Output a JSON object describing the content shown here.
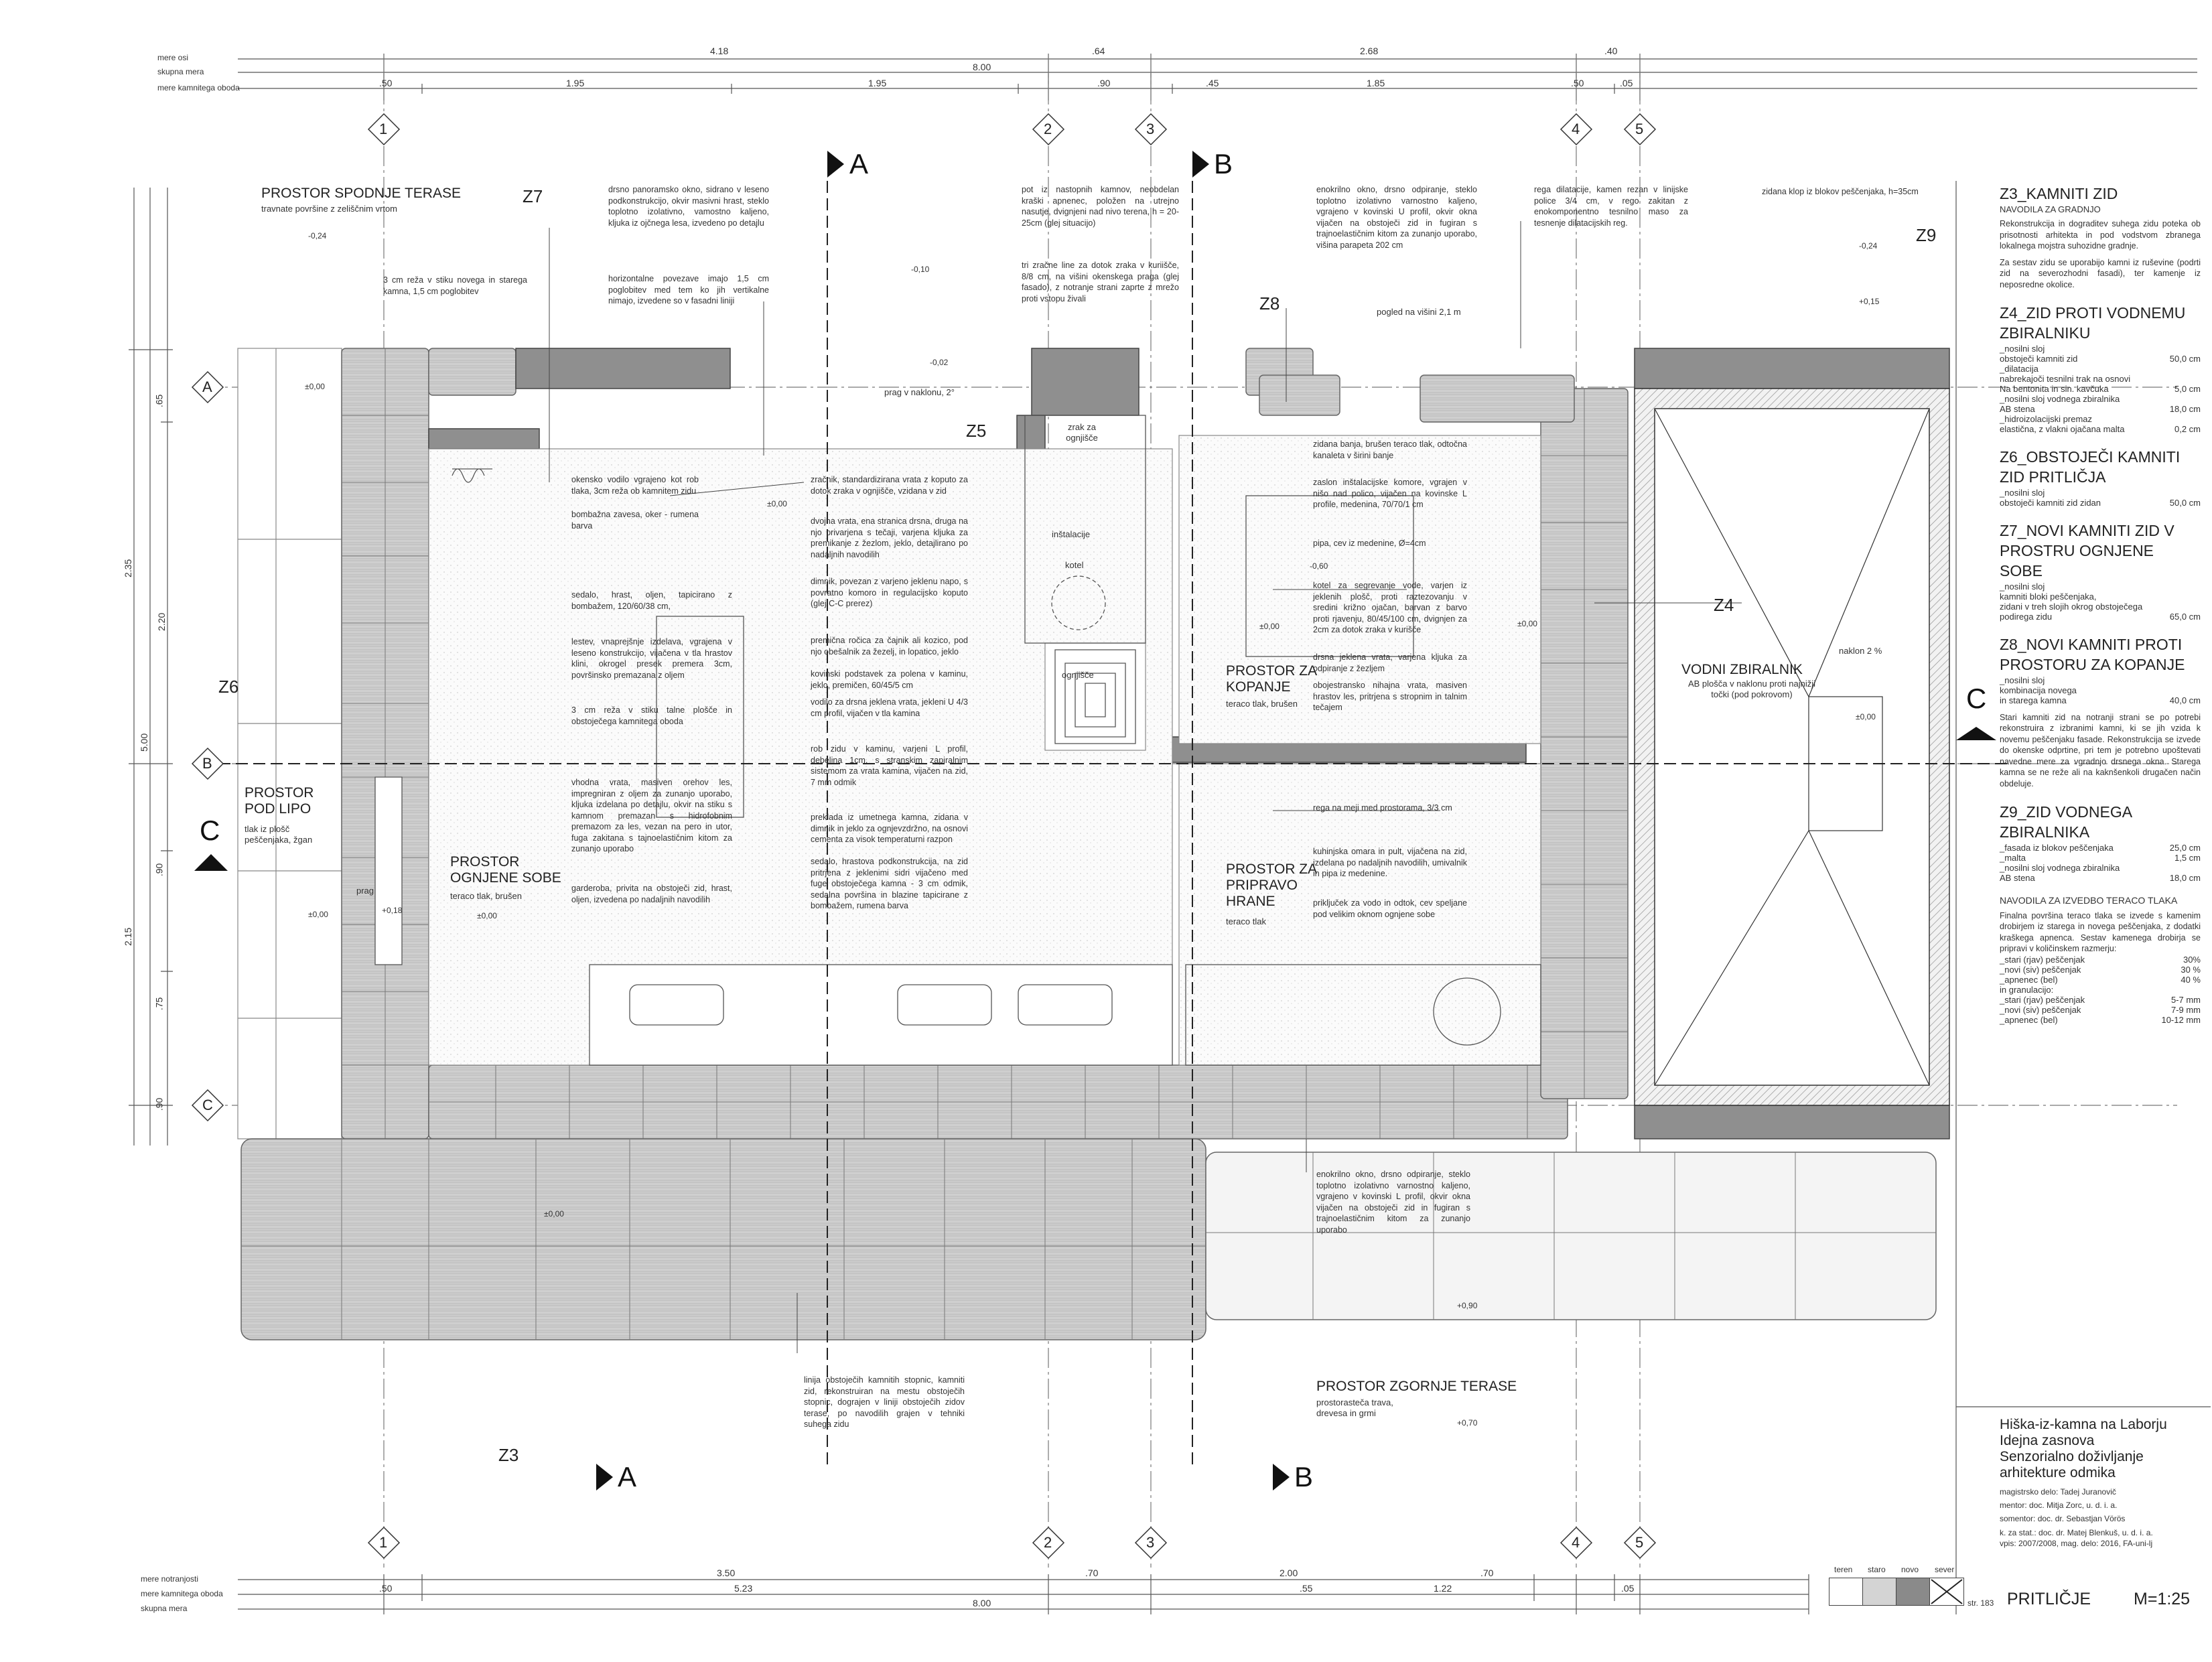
{
  "dimension_rows": {
    "top_labels": [
      "mere osi",
      "skupna mera",
      "mere kamnitega oboda"
    ],
    "top_axis_values": [
      "4.18",
      ".64",
      "2.68",
      ".40"
    ],
    "top_total": "8.00",
    "top_stone_values": [
      ".50",
      "1.95",
      "1.95",
      ".90",
      ".45",
      "1.85",
      ".50",
      ".05"
    ],
    "bottom_labels": [
      "mere notranjosti",
      "mere kamnitega oboda",
      "skupna mera"
    ],
    "bottom_inner_values": [
      "3.50",
      ".70",
      "2.00",
      ".70"
    ],
    "bottom_stone_values": [
      ".50",
      "5.23",
      ".55",
      "1.22",
      ".05"
    ],
    "bottom_total": "8.00",
    "left_values": [
      "2.35",
      "5.00",
      "2.15",
      ".65",
      "2.20",
      ".90",
      ".75",
      ".90"
    ]
  },
  "grid_axes": {
    "columns": [
      "1",
      "2",
      "3",
      "4",
      "5"
    ],
    "rows": [
      "A",
      "B",
      "C"
    ]
  },
  "section_marks": [
    "A",
    "B",
    "C"
  ],
  "wall_tags": [
    "Z7",
    "Z8",
    "Z5",
    "Z6",
    "Z4",
    "Z3",
    "Z9"
  ],
  "rooms": {
    "lower_terrace": {
      "name": "PROSTOR SPODNJE TERASE",
      "sub": "travnate površine z zeliščnim vrtom"
    },
    "under_linden": {
      "name": "PROSTOR POD LIPO",
      "sub": "tlak iz plošč peščenjaka, žgan"
    },
    "fire_room": {
      "name": "PROSTOR OGNJENE SOBE",
      "sub": "teraco tlak, brušen"
    },
    "bathing": {
      "name": "PROSTOR ZA KOPANJE",
      "sub": "teraco tlak, brušen"
    },
    "food_prep": {
      "name": "PROSTOR ZA PRIPRAVO HRANE",
      "sub": "teraco tlak"
    },
    "water_tank": {
      "name": "VODNI ZBIRALNIK",
      "sub": "AB plošča v naklonu proti najnižji točki (pod pokrovom)"
    },
    "upper_terrace": {
      "name": "PROSTOR ZGORNJE TERASE",
      "sub": "prostorasteča trava, drevesa in grmi"
    }
  },
  "small_labels": {
    "air": "zrak za ognjišče",
    "install": "inštalacije",
    "boiler": "kotel",
    "hearth": "ognjišče",
    "threshold": "prag",
    "slope_threshold": "prag v naklonu, 2°",
    "view_height": "pogled na višini 2,1 m",
    "slope": "naklon 2 %"
  },
  "levels": [
    "-0,24",
    "-0,10",
    "-0,02",
    "-0,24",
    "±0,00",
    "+0,15",
    "±0,00",
    "±0,00",
    "-0,60",
    "±0,00",
    "±0,00",
    "+0,18",
    "±0,00",
    "±0,00",
    "±0,00",
    "+0,90",
    "+0,70"
  ],
  "notes": {
    "n1": "3 cm reža v stiku novega in starega kamna, 1,5 cm poglobitev",
    "n2": "drsno panoramsko okno, sidrano v leseno podkonstrukcijo, okvir masivni hrast, steklo toplotno izolativno, vamostno kaljeno, kljuka iz ojčnega lesa, izvedeno po detajlu",
    "n3": "horizontalne povezave imajo 1,5 cm poglobitev med tem ko jih vertikalne nimajo, izvedene so v fasadni liniji",
    "n4": "pot iz nastopnih kamnov, neobdelan kraški apnenec, položen na utrejno nasutje, dvignjeni nad nivo terena, h = 20-25cm (glej situacijo)",
    "n5": "tri zračne line za dotok zraka v kuriišče, 8/8 cm, na višini okenskega praga (glej fasado), z notranje strani zaprte z mrežo proti vstopu živali",
    "n6": "enokrilno okno, drsno odpiranje, steklo toplotno izolativno varnostno kaljeno, vgrajeno v kovinski U profil, okvir okna vijačen na obstoječi zid in fugiran s trajnoelastičnim kitom za zunanjo uporabo, višina parapeta 202 cm",
    "n7": "rega dilatacije, kamen rezan v linijske police 3/4 cm, v rego zakitan z enokomponentno tesnilno maso za tesnenje dilatacijskih reg.",
    "n8": "zidana klop iz blokov peščenjaka, h=35cm",
    "n9": "okensko vodilo vgrajeno kot rob tlaka, 3cm reža ob kamnitem zidu",
    "n10": "bombažna zavesa, oker - rumena barva",
    "n11": "sedalo, hrast, oljen, tapicirano z bombažem, 120/60/38 cm,",
    "n12": "lestev, vnaprejšnje izdelava, vgrajena v leseno konstrukcijo, vijačena v tla hrastov klini, okrogel presek premera 3cm, površinsko premazana z oljem",
    "n13": "3 cm reža v stiku talne plošče in obstoječega kamnitega oboda",
    "n14": "vhodna vrata, masiven orehov les, impregniran z oljem za zunanjo uporabo, kljuka izdelana po detajlu, okvir na stiku s kamnom premazan s hidrofobnim premazom za les, vezan na pero in utor, fuga zakitana s tajnoelastičnim kitom za zunanjo uporabo",
    "n15": "garderoba, privita na obstoječi zid, hrast, oljen, izvedena po nadaljnih navodilih",
    "n16": "zračnik, standardizirana vrata z koputo za dotok zraka v ognjišče, vzidana v zid",
    "n17": "dvojna vrata, ena stranica drsna, druga na njo privarjena s tečaji, varjena kljuka za premikanje z žezlom, jeklo, detajlirano po nadaljnih navodilih",
    "n18": "dimnik, povezan z varjeno jeklenu napo, s povratno komoro in regulacijsko koputo (glej C-C prerez)",
    "n19": "premična ročica za čajnik ali kozico, pod njo obešalnik za žezelj, in lopatico, jeklo",
    "n20": "kovinski podstavek za polena v kaminu, jeklo, premičen, 60/45/5 cm",
    "n21": "vodilo za drsna jeklena vrata, jekleni U 4/3 cm profil, vijačen v tla kamina",
    "n22": "rob zidu v kaminu, varjeni L profil, debelina 1cm, s stranskim zapiralnim sistemom za vrata kamina, vijačen na zid, 7 mm odmik",
    "n23": "preklada iz umetnega kamna, zidana v dimnik in jeklo za ognjevzdržno, na osnovi cementa za visok temperaturni razpon",
    "n24": "sedalo, hrastova podkonstrukcija, na zid pritrjena z jeklenimi sidri vijačeno med fuge obstoječega kamna - 3 cm odmik, sedalna površina in blazine tapicirane z bombažem, rumena barva",
    "n25": "zidana banja, brušen teraco tlak, odtočna kanaleta v širini banje",
    "n26": "zaslon inštalacijske komore, vgrajen v nišo nad polico, vijačen na kovinske L profile, medenina, 70/70/1 cm",
    "n27": "pipa, cev iz medenine, Ø=4cm",
    "n28": "kotel za segrevanje vode, varjen iz jeklenih plošč, proti raztezovanju v sredini križno ojačan, barvan z barvo proti rjavenju, 80/45/100 cm, dvignjen za 2cm za dotok zraka v kurišče",
    "n29": "drsna jeklena vrata, varjena kljuka za odpiranje z žezljem",
    "n30": "obojestransko nihajna vrata, masiven hrastov les, pritrjena s stropnim in talnim tečajem",
    "n31": "rega na meji med prostorama, 3/3 cm",
    "n32": "kuhinjska omara in pult, vijačena na zid, izdelana po nadaljnih navodilih, umivalnik in pipa iz medenine.",
    "n33": "priključek za vodo in odtok, cev speljane pod velikim oknom ognjene sobe",
    "n34": "enokrilno okno, drsno odpiranje, steklo toplotno izolativno varnostno kaljeno, vgrajeno v kovinski L profil, okvir okna vijačen na obstoječi zid in fugiran s trajnoelastičnim kitom za zunanjo uporabo",
    "n35": "linija obstoječih kamnitih stopnic, kamniti zid, rekonstruiran na mestu obstoječih stopnic, dograjen v liniji obstoječih zidov terase, po navodilih grajen v tehniki suhega zidu"
  },
  "spec_panel": {
    "z3": {
      "title": "Z3_KAMNITI ZID",
      "sub": "NAVODILA ZA GRADNJO",
      "text": "Rekonstrukcija in dograditev suhega zidu poteka ob prisotnosti arhitekta in pod vodstvom zbranega lokalnega mojstra suhozidne gradnje.",
      "text2": "Za sestav zidu se uporabijo kamni iz ruševine (podrti zid na severozhodni fasadi), ter kamenje iz neposredne okolice."
    },
    "z4": {
      "title": "Z4_ZID PROTI VODNEMU ZBIRALNIKU",
      "rows": [
        [
          "_nosilni sloj",
          ""
        ],
        [
          "obstoječi kamniti zid",
          "50,0 cm"
        ],
        [
          "_dilatacija",
          ""
        ],
        [
          "nabrekajoči tesnilni trak na osnovi",
          ""
        ],
        [
          "Na bentonita in sin. kavčuka",
          "5,0 cm"
        ],
        [
          "_nosilni sloj vodnega zbiralnika",
          ""
        ],
        [
          "AB stena",
          "18,0 cm"
        ],
        [
          "_hidroizolacijski premaz",
          ""
        ],
        [
          "elastična, z vlakni ojačana malta",
          "0,2 cm"
        ]
      ]
    },
    "z6": {
      "title": "Z6_OBSTOJEČI KAMNITI ZID PRITLIČJA",
      "rows": [
        [
          "_nosilni sloj",
          ""
        ],
        [
          "obstoječi kamniti zid zidan",
          "50,0 cm"
        ]
      ]
    },
    "z7": {
      "title": "Z7_NOVI KAMNITI ZID V PROSTRU OGNJENE SOBE",
      "rows": [
        [
          "_nosilni sloj",
          ""
        ],
        [
          "kamniti bloki peščenjaka,",
          ""
        ],
        [
          "zidani v treh slojih okrog obstoječega",
          ""
        ],
        [
          "podirega zidu",
          "65,0 cm"
        ]
      ]
    },
    "z8": {
      "title": "Z8_NOVI KAMNITI PROTI PROSTORU ZA KOPANJE",
      "rows": [
        [
          "_nosilni sloj",
          ""
        ],
        [
          "kombinacija novega",
          ""
        ],
        [
          "in starega kamna",
          "40,0 cm"
        ]
      ],
      "text": "Stari kamniti zid na notranji strani se po potrebi rekonstruira z izbranimi kamni, ki se jih vzida k novemu peščenjaku fasade. Rekonstrukcija se izvede do okenske odprtine, pri tem je potrebno upoštevati navedne mere za vgradnjo drsnega okna. Starega kamna se ne reže ali na kaknšenkoli drugačen način obdeluje."
    },
    "z9": {
      "title": "Z9_ZID VODNEGA ZBIRALNIKA",
      "rows": [
        [
          "_fasada iz blokov peščenjaka",
          "25,0 cm"
        ],
        [
          "_malta",
          "1,5 cm"
        ],
        [
          "_nosilni sloj vodnega zbiralnika",
          ""
        ],
        [
          "AB stena",
          "18,0 cm"
        ]
      ]
    },
    "terazzo": {
      "title": "NAVODILA ZA IZVEDBO TERACO TLAKA",
      "text": "Finalna površina teraco tlaka se izvede s kamenim drobirjem iz starega in novega peščenjaka, z dodatki kraškega apnenca. Sestav kamenega drobirja se pripravi v količinskem razmerju:",
      "rows": [
        [
          "_stari (rjav) peščenjak",
          "30%"
        ],
        [
          "_novi (siv) peščenjak",
          "30 %"
        ],
        [
          "_apnenec (bel)",
          "40 %"
        ],
        [
          "in granulacijo:",
          ""
        ],
        [
          "_stari (rjav) peščenjak",
          "5-7 mm"
        ],
        [
          "_novi (siv) peščenjak",
          "7-9 mm"
        ],
        [
          "_apnenec (bel)",
          "10-12 mm"
        ]
      ]
    }
  },
  "title_block": {
    "title_lines": [
      "Hiška-iz-kamna na Laborju",
      "Idejna zasnova",
      "Senzorialno doživljanje",
      "arhitekture odmika"
    ],
    "credits": [
      "magistrsko delo: Tadej Juranovič",
      "mentor: doc. Mitja Zorc, u. d. i. a.",
      "somentor: doc. dr. Sebastjan Vörös",
      "k. za stat.: doc. dr. Matej Blenkuš, u. d. i. a.",
      "vpis: 2007/2008, mag. delo: 2016, FA-uni-lj"
    ],
    "legend": [
      "teren",
      "staro",
      "novo",
      "sever"
    ],
    "legend_colors": [
      "#ffffff",
      "#d4d4d4",
      "#8a8a8a",
      "#ffffff"
    ],
    "page": "str. 183",
    "sheet": "PRITLIČJE",
    "scale": "M=1:25"
  }
}
